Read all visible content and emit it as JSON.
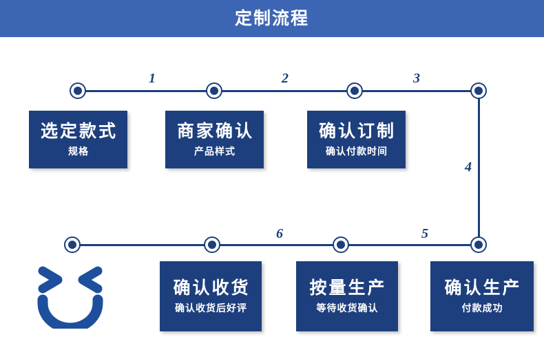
{
  "header": {
    "title": "定制流程",
    "bg_color": "#3c66b4",
    "text_color": "#ffffff"
  },
  "theme": {
    "box_color": "#1e3f7d",
    "line_color": "#1b3d7a",
    "node_fill": "#1e3f7d",
    "page_bg": "#ffffff"
  },
  "flow": {
    "steps": [
      {
        "number": "",
        "title": "选定款式",
        "subtitle": "规格",
        "row": "top"
      },
      {
        "number": "1",
        "title": "商家确认",
        "subtitle": "产品样式",
        "row": "top"
      },
      {
        "number": "2",
        "title": "确认订制",
        "subtitle": "确认付款时间",
        "row": "top"
      },
      {
        "number": "3",
        "title": "",
        "subtitle": "",
        "row": "top"
      },
      {
        "number": "4",
        "title": "确认生产",
        "subtitle": "付款成功",
        "row": "bottom"
      },
      {
        "number": "5",
        "title": "按量生产",
        "subtitle": "等待收货确认",
        "row": "bottom"
      },
      {
        "number": "6",
        "title": "确认收货",
        "subtitle": "确认收货后好评",
        "row": "bottom"
      }
    ],
    "numbers": {
      "n1": "1",
      "n2": "2",
      "n3": "3",
      "n4": "4",
      "n5": "5",
      "n6": "6"
    },
    "boxes": {
      "b1_title": "选定款式",
      "b1_sub": "规格",
      "b2_title": "商家确认",
      "b2_sub": "产品样式",
      "b3_title": "确认订制",
      "b3_sub": "确认付款时间",
      "b4_title": "确认生产",
      "b4_sub": "付款成功",
      "b5_title": "按量生产",
      "b5_sub": "等待收货确认",
      "b6_title": "确认收货",
      "b6_sub": "确认收货后好评"
    }
  },
  "decoration": {
    "smiley_icon": "smiley-face-icon",
    "smiley_color": "#1e4f9c"
  }
}
